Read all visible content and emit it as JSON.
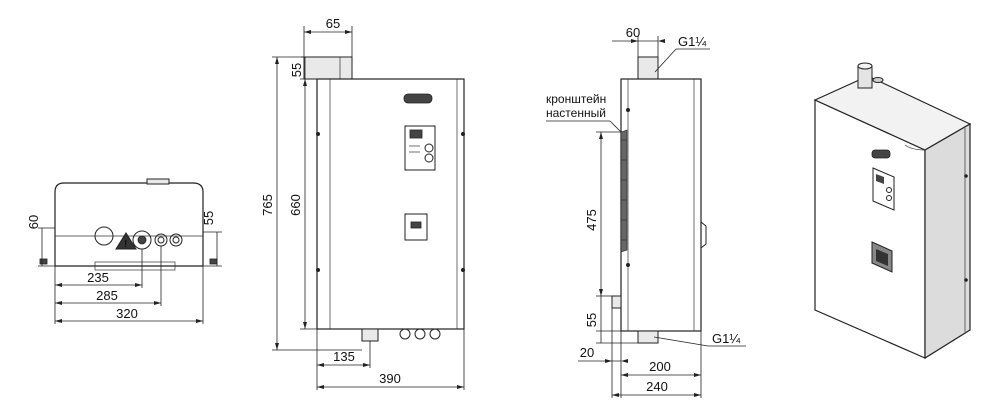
{
  "views": {
    "bottom": {
      "dims": {
        "h_left": "60",
        "h_right": "55",
        "w1": "235",
        "w2": "285",
        "w3": "320"
      }
    },
    "front": {
      "dims": {
        "top_offset": "65",
        "top_h": "55",
        "total_h": "765",
        "body_h": "660",
        "bottom_offset": "135",
        "width": "390"
      }
    },
    "side": {
      "dims": {
        "top_w": "60",
        "thread_top": "G1¼",
        "mount_h": "475",
        "bottom_h": "55",
        "thread_bottom": "G1¼",
        "bottom_left": "20",
        "depth_inner": "200",
        "depth_total": "240"
      },
      "bracket_label_line1": "кронштейн",
      "bracket_label_line2": "настенный"
    },
    "iso": {}
  }
}
